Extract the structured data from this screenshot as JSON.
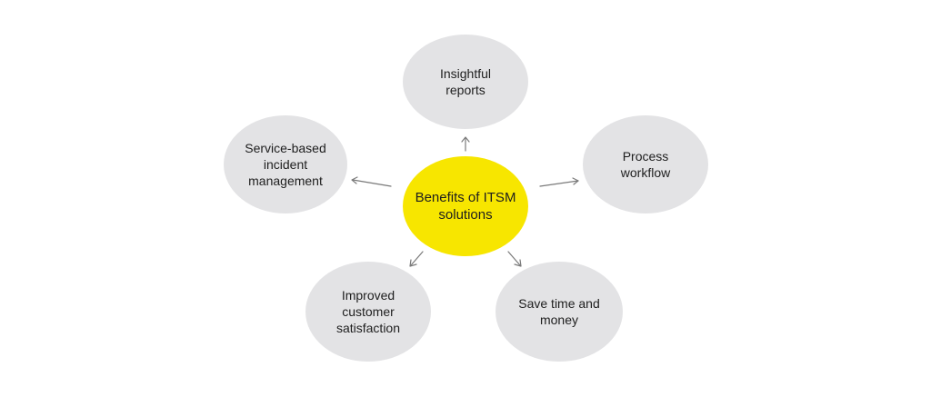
{
  "diagram": {
    "center": {
      "label": "Benefits of ITSM\nsolutions",
      "color": "#f7e600"
    },
    "outer_color": "#e3e3e5",
    "arrow_color": "#7a7a7a",
    "nodes": {
      "top": {
        "label": "Insightful\nreports"
      },
      "left": {
        "label": "Service-based\nincident\nmanagement"
      },
      "right": {
        "label": "Process\nworkflow"
      },
      "bottom_left": {
        "label": "Improved\ncustomer\nsatisfaction"
      },
      "bottom_right": {
        "label": "Save time and\nmoney"
      }
    }
  }
}
